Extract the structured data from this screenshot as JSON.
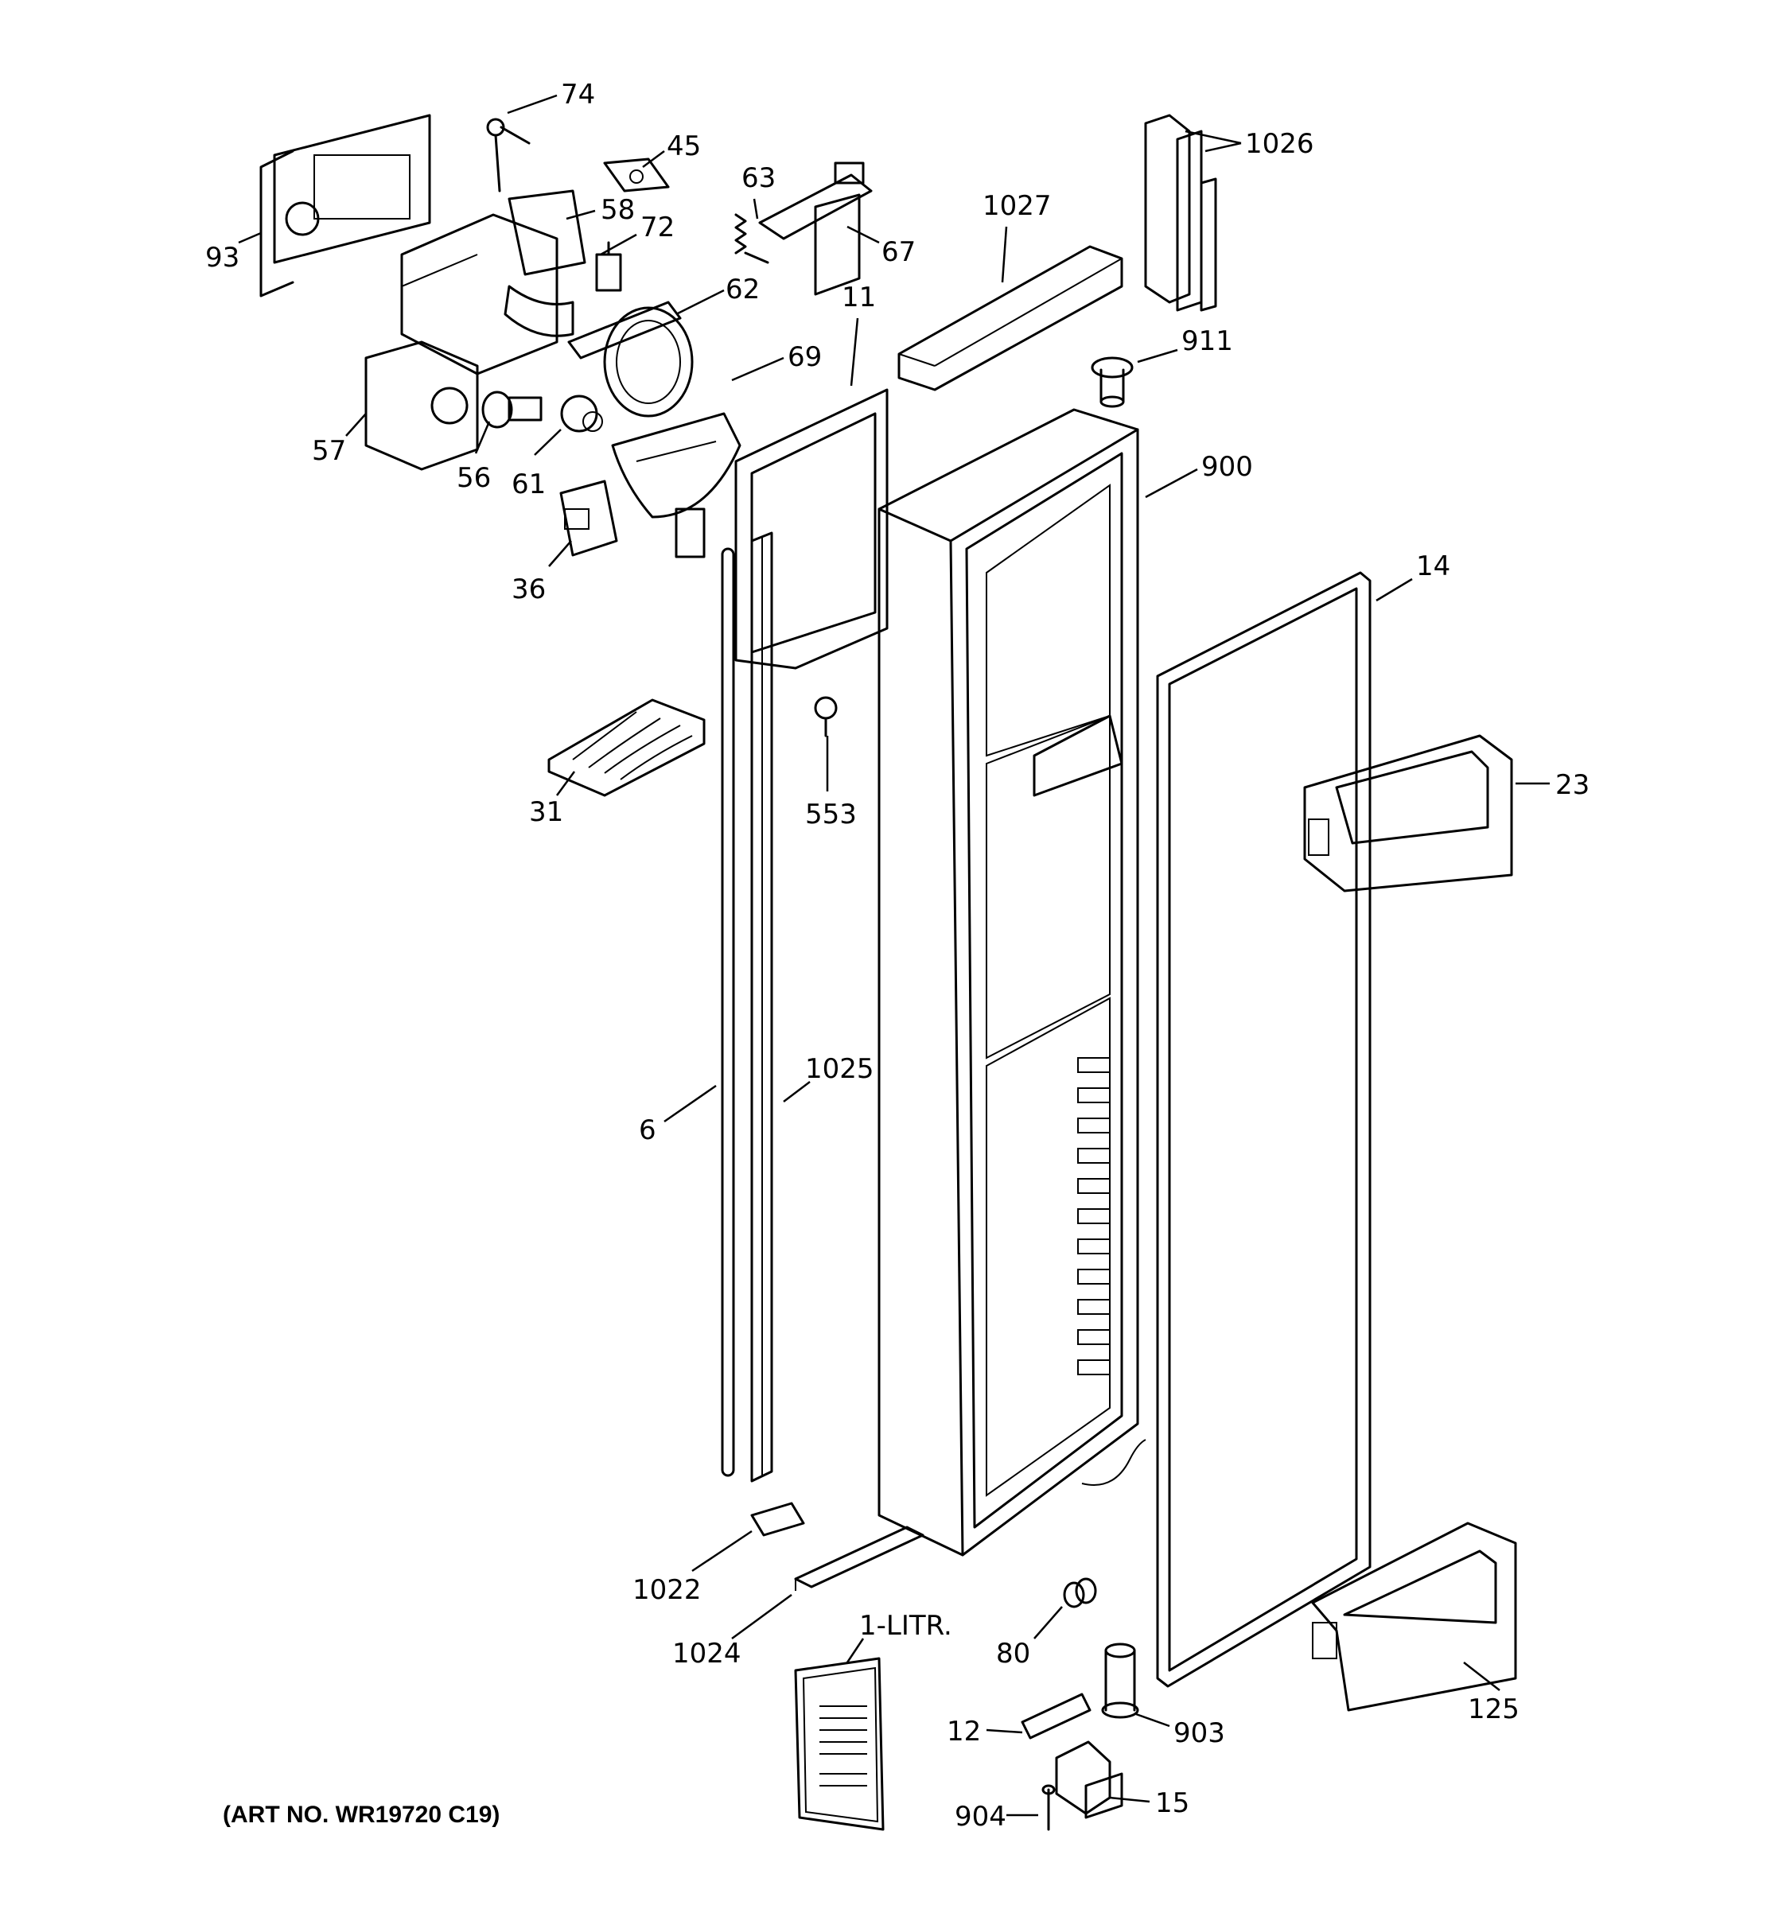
{
  "callouts": {
    "c74": "74",
    "c45": "45",
    "c63": "63",
    "c58": "58",
    "c72": "72",
    "c93": "93",
    "c67": "67",
    "c1027": "1027",
    "c1026": "1026",
    "c62": "62",
    "c11": "11",
    "c911": "911",
    "c69": "69",
    "c57": "57",
    "c56": "56",
    "c61": "61",
    "c900": "900",
    "c36": "36",
    "c14": "14",
    "c31": "31",
    "c553": "553",
    "c23": "23",
    "c6": "6",
    "c1025": "1025",
    "c1022": "1022",
    "c1024": "1024",
    "c1litr": "1-LITR.",
    "c80": "80",
    "c12": "12",
    "c903": "903",
    "c125": "125",
    "c904": "904",
    "c15": "15"
  },
  "art_number": "(ART NO. WR19720 C19)"
}
